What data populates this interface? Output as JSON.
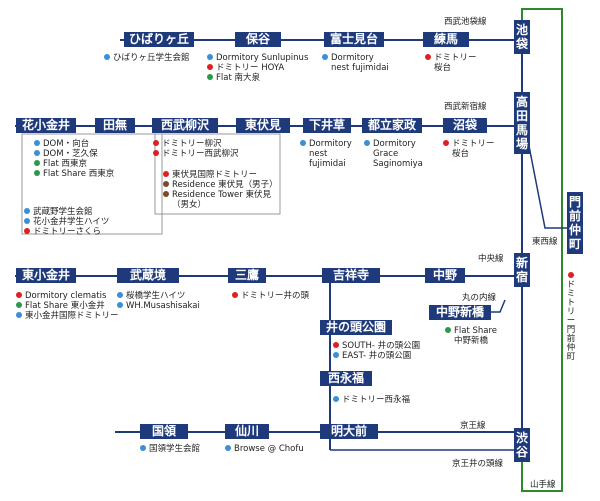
{
  "colors": {
    "station": "#1f3a7a",
    "rail": "#1f3a7a",
    "yamanote": "#2c8a2c",
    "dot_red": "#e02020",
    "dot_blue": "#3a8fd8",
    "dot_green": "#2a9a4a",
    "dot_brown": "#7a4a2a"
  },
  "lines": {
    "seibu_ikebukuro": "西武池袋線",
    "seibu_shinjuku": "西武新宿線",
    "tozai": "東西線",
    "chuo": "中央線",
    "marunouchi": "丸の内線",
    "keio": "京王線",
    "keio_inokashira": "京王井の頭線",
    "yamanote": "山手線"
  },
  "stations": {
    "hibarigaoka": "ひばりヶ丘",
    "hoya": "保谷",
    "fujimidai": "富士見台",
    "nerima": "練馬",
    "ikebukuro": "池袋",
    "hanakoganei": "花小金井",
    "tanashi": "田無",
    "seibuyagisawa": "西武柳沢",
    "higashifushimi": "東伏見",
    "shimoigusa": "下井草",
    "toritsukasei": "都立家政",
    "numabukuro": "沼袋",
    "takadanobaba": "高田馬場",
    "monzennakacho": "門前仲町",
    "higashikoganei": "東小金井",
    "musashisakai": "武蔵境",
    "mitaka": "三鷹",
    "kichijoji": "吉祥寺",
    "nakano": "中野",
    "shinjuku": "新宿",
    "nakanoshinbashi": "中野新橋",
    "inokashirakoen": "井の頭公園",
    "nishieifuku": "西永福",
    "meidaimae": "明大前",
    "shibuya": "渋谷",
    "kokuryo": "国領",
    "sengawa": "仙川"
  },
  "residences": {
    "hibarigaoka": [
      {
        "color": "blue",
        "text": "ひばりヶ丘学生会館"
      }
    ],
    "hoya": [
      {
        "color": "blue",
        "text": "Dormitory Sunlupinus"
      },
      {
        "color": "red",
        "text": "ドミトリー HOYA"
      },
      {
        "color": "green",
        "text": "Flat 南大泉"
      }
    ],
    "fujimidai": [
      {
        "color": "blue",
        "text": "Dormitory",
        "text2": "nest fujimidai"
      }
    ],
    "nerima": [
      {
        "color": "red",
        "text": "ドミトリー",
        "text2": "桜台"
      }
    ],
    "tanashi": [
      {
        "color": "blue",
        "text": "DOM・向台"
      },
      {
        "color": "blue",
        "text": "DOM・芝久保"
      },
      {
        "color": "green",
        "text": "Flat 西東京"
      },
      {
        "color": "green",
        "text": "Flat Share 西東京"
      }
    ],
    "hanakoganei": [
      {
        "color": "blue",
        "text": "武蔵野学生会館"
      },
      {
        "color": "blue",
        "text": "花小金井学生ハイツ"
      },
      {
        "color": "red",
        "text": "ドミトリーさくら"
      }
    ],
    "seibuyagisawa": [
      {
        "color": "red",
        "text": "ドミトリー柳沢"
      },
      {
        "color": "red",
        "text": "ドミトリー西武柳沢"
      }
    ],
    "higashifushimi": [
      {
        "color": "red",
        "text": "東伏見国際ドミトリー"
      },
      {
        "color": "brown",
        "text": "Residence 東伏見（男子）"
      },
      {
        "color": "brown",
        "text": "Residence Tower 東伏見",
        "text2": "（男女）"
      }
    ],
    "shimoigusa": [
      {
        "color": "blue",
        "text": "Dormitory",
        "text2": "nest",
        "text3": "fujimidai"
      }
    ],
    "toritsukasei": [
      {
        "color": "blue",
        "text": "Dormitory",
        "text2": "Grace",
        "text3": "Saginomiya"
      }
    ],
    "numabukuro": [
      {
        "color": "red",
        "text": "ドミトリー",
        "text2": "桜台"
      }
    ],
    "monzennakacho": [
      {
        "color": "red",
        "text": "ドミトリー門前仲町"
      }
    ],
    "higashikoganei": [
      {
        "color": "red",
        "text": "Dormitory clematis"
      },
      {
        "color": "green",
        "text": "Flat Share 東小金井"
      },
      {
        "color": "blue",
        "text": "東小金井国際ドミトリー"
      }
    ],
    "musashisakai": [
      {
        "color": "blue",
        "text": "桜橋学生ハイツ"
      },
      {
        "color": "blue",
        "text": "WH.Musashisakai"
      }
    ],
    "mitaka": [
      {
        "color": "red",
        "text": "ドミトリー井の頭"
      }
    ],
    "nakanoshinbashi": [
      {
        "color": "green",
        "text": "Flat Share",
        "text2": "中野新橋"
      }
    ],
    "inokashirakoen": [
      {
        "color": "red",
        "text": "SOUTH- 井の頭公園"
      },
      {
        "color": "blue",
        "text": "EAST- 井の頭公園"
      }
    ],
    "nishieifuku": [
      {
        "color": "blue",
        "text": "ドミトリー西永福"
      }
    ],
    "kokuryo": [
      {
        "color": "blue",
        "text": "国領学生会館"
      }
    ],
    "sengawa": [
      {
        "color": "blue",
        "text": "Browse @ Chofu"
      }
    ]
  }
}
